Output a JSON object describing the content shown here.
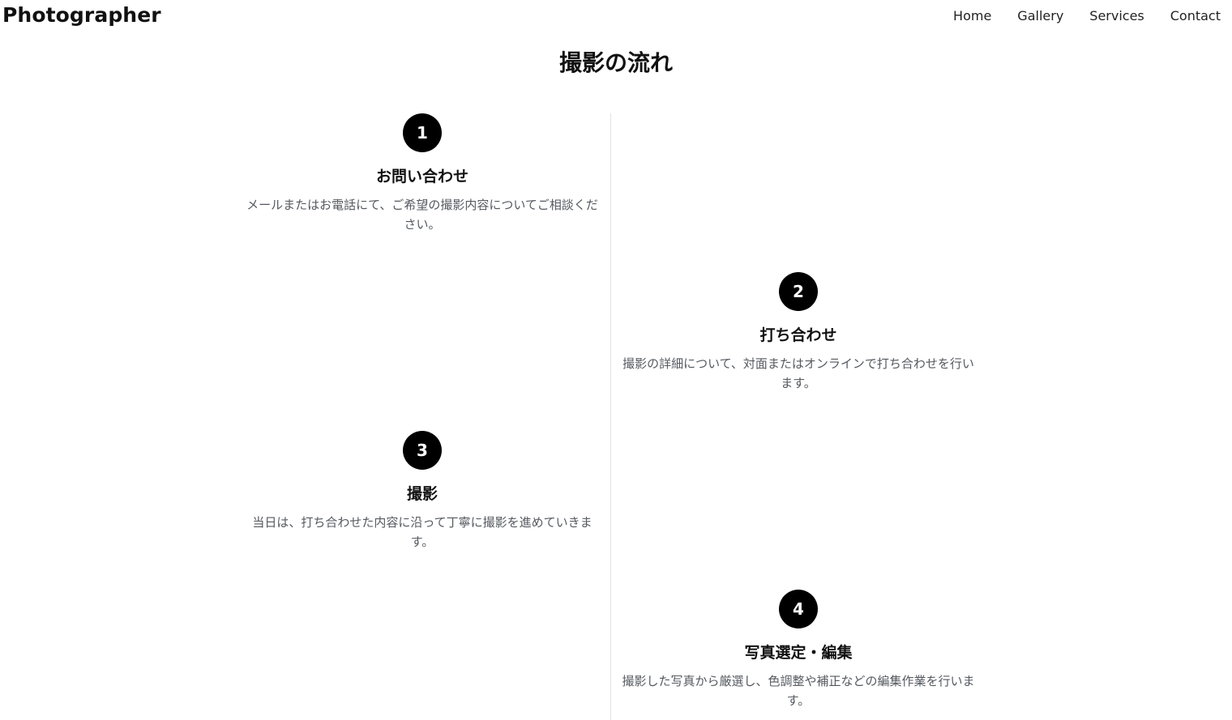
{
  "header": {
    "brand": "Photographer",
    "nav": [
      {
        "label": "Home"
      },
      {
        "label": "Gallery"
      },
      {
        "label": "Services"
      },
      {
        "label": "Contact"
      }
    ]
  },
  "section": {
    "title": "撮影の流れ"
  },
  "steps": [
    {
      "number": "1",
      "title": "お問い合わせ",
      "description": "メールまたはお電話にて、ご希望の撮影内容についてご相談ください。"
    },
    {
      "number": "2",
      "title": "打ち合わせ",
      "description": "撮影の詳細について、対面またはオンラインで打ち合わせを行います。"
    },
    {
      "number": "3",
      "title": "撮影",
      "description": "当日は、打ち合わせた内容に沿って丁寧に撮影を進めていきます。"
    },
    {
      "number": "4",
      "title": "写真選定・編集",
      "description": "撮影した写真から厳選し、色調整や補正などの編集作業を行います。"
    }
  ]
}
